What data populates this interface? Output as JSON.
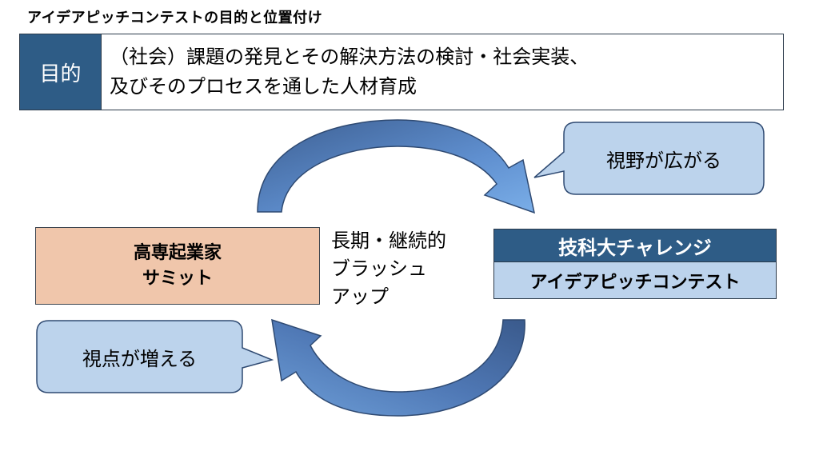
{
  "title": "アイデアピッチコンテストの目的と位置付け",
  "purpose": {
    "label": "目的",
    "text": "（社会）課題の発見とその解決方法の検討・社会実装、\n及びそのプロセスを通した人材育成"
  },
  "left_box": {
    "line1": "高専起業家",
    "line2": "サミット"
  },
  "right_box": {
    "top": "技科大チャレンジ",
    "bottom": "アイデアピッチコンテスト"
  },
  "center_text": "長期・継続的\nブラッシュ\nアップ",
  "bubble_top": "視野が広がる",
  "bubble_bottom": "視点が増える",
  "colors": {
    "dark_blue": "#2e5c86",
    "light_blue": "#bcd3ec",
    "peach": "#f0c6ab",
    "bubble": "#bcd3ec",
    "arrow_light": "#6a9fdc",
    "arrow_dark": "#3a5f95"
  }
}
